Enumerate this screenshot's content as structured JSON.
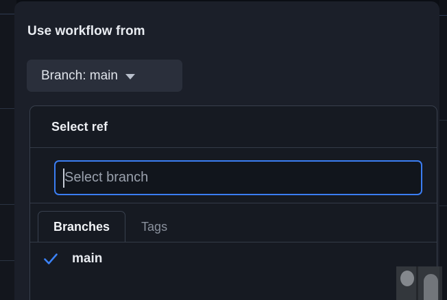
{
  "dialog": {
    "title": "Use workflow from",
    "branch_selector": {
      "label": "Branch: main",
      "caret_icon": "chevron-down-icon"
    }
  },
  "ref_panel": {
    "title": "Select ref",
    "search": {
      "placeholder": "Select branch",
      "value": "",
      "focused": true
    },
    "tabs": [
      {
        "label": "Branches",
        "active": true
      },
      {
        "label": "Tags",
        "active": false
      }
    ],
    "items": [
      {
        "label": "main",
        "selected": true,
        "check_icon": "check-icon"
      }
    ]
  },
  "colors": {
    "dialog_background": "#1b1f29",
    "panel_background": "#161a22",
    "panel_border": "#39404d",
    "accent_blue": "#3b7ef4",
    "button_background": "#2a2f3b",
    "text_primary": "#e9ecf1",
    "text_muted": "#8a919d",
    "input_background": "#11151c"
  }
}
